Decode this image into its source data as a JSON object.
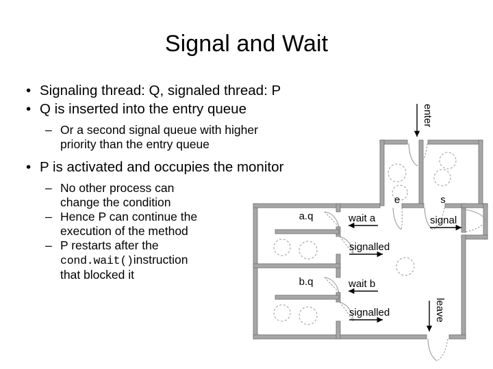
{
  "slide": {
    "title": "Signal and Wait",
    "bullets": [
      {
        "level": 1,
        "marker": "•",
        "text": "Signaling thread: Q, signaled thread: P"
      },
      {
        "level": 1,
        "marker": "•",
        "text": "Q is inserted into the entry queue"
      },
      {
        "level": 2,
        "marker": "–",
        "text": "Or a second signal queue with higher",
        "text_cont": "priority than the entry queue"
      },
      {
        "level": 1,
        "marker": "•",
        "text": "P is activated and occupies the monitor"
      },
      {
        "level": 2,
        "marker": "–",
        "text": "No other process can",
        "text_cont": "change the condition"
      },
      {
        "level": 2,
        "marker": "–",
        "text": "Hence P can continue the",
        "text_cont": "execution of the method"
      },
      {
        "level": 2,
        "marker": "–",
        "text": "P restarts after the",
        "code": "cond.wait()",
        "text_after_code": "instruction",
        "text_cont": "that blocked it"
      }
    ]
  },
  "diagram": {
    "name": "monitor-floorplan",
    "rooms": [
      {
        "id": "entry-queue-room",
        "label": "e",
        "occupants": 2
      },
      {
        "id": "signal-queue-room",
        "label": "s",
        "occupants": 2
      },
      {
        "id": "condition-a-queue-room",
        "label": "a.q",
        "occupants": 2
      },
      {
        "id": "condition-b-queue-room",
        "label": "b.q",
        "occupants": 2
      },
      {
        "id": "monitor-room",
        "label": "",
        "occupants": 1
      }
    ],
    "transitions": [
      {
        "id": "enter",
        "label": "enter",
        "direction": "down",
        "orientation": "vertical"
      },
      {
        "id": "wait-a",
        "label": "wait a",
        "direction": "left",
        "orientation": "horizontal"
      },
      {
        "id": "signalled-a",
        "label": "signalled",
        "direction": "right",
        "orientation": "horizontal"
      },
      {
        "id": "wait-b",
        "label": "wait b",
        "direction": "left",
        "orientation": "horizontal"
      },
      {
        "id": "signalled-b",
        "label": "signalled",
        "direction": "right",
        "orientation": "horizontal"
      },
      {
        "id": "signal",
        "label": "signal",
        "direction": "right",
        "orientation": "horizontal"
      },
      {
        "id": "leave",
        "label": "leave",
        "direction": "down",
        "orientation": "vertical"
      }
    ],
    "colors": {
      "wall": "#a6a6a6",
      "wall_edge": "#6e6e6e",
      "occupant": "#b0b0b0",
      "door_arc": "#9a9a9a",
      "arrow": "#000000",
      "text": "#000000",
      "background": "#ffffff"
    }
  }
}
